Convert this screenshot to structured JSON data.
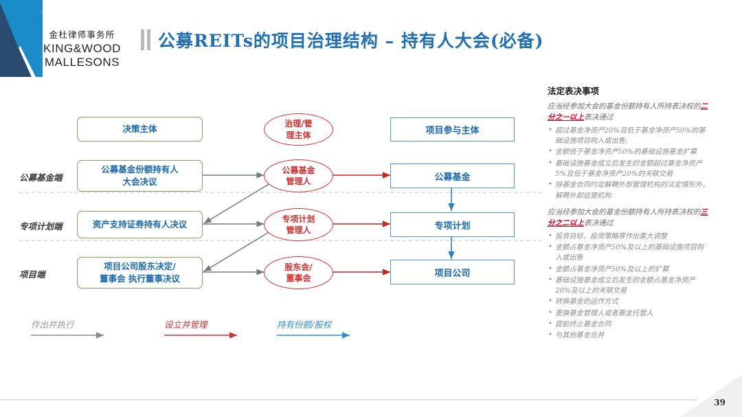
{
  "brand": {
    "cn": "金杜律师事务所",
    "en_line1": "KING&WOOD",
    "en_line2": "MALLESONS",
    "mark_navy": "#2b4a6f",
    "mark_blue": "#1a8cc8"
  },
  "header": {
    "title": "公募REITs的项目治理结构 – 持有人大会(必备)",
    "title_color": "#1f6fb2",
    "tick_color": "#b9b9b9"
  },
  "diagram": {
    "column_headers": {
      "decision": "决策主体",
      "governance": "治理/管\n理主体",
      "governance_line1": "治理/管",
      "governance_line2": "理主体",
      "participants": "项目参与主体"
    },
    "row_labels": [
      "公募基金端",
      "专项计划端",
      "项目端"
    ],
    "green_boxes": [
      {
        "line1": "公募基金份额持有人",
        "line2": "大会决议"
      },
      {
        "line1": "资产支持证券持有人决议",
        "line2": ""
      },
      {
        "line1": "项目公司股东决定/",
        "line2": "董事会 执行董事决议"
      }
    ],
    "ellipses": [
      {
        "line1": "公募基金",
        "line2": "管理人"
      },
      {
        "line1": "专项计划",
        "line2": "管理人"
      },
      {
        "line1": "股东会/",
        "line2": "董事会"
      }
    ],
    "blue_boxes": [
      "公募基金",
      "专项计划",
      "项目公司"
    ],
    "colors": {
      "green_border": "#7f9e62",
      "blue_border": "#4f93cf",
      "red": "#d32f2f",
      "box_text": "#1a68b0",
      "gray_arrow": "#707b7c",
      "divider": "#b9c6cf"
    }
  },
  "legend": [
    {
      "label": "作出并执行",
      "color": "#8a8a8a"
    },
    {
      "label": "设立并管理",
      "color": "#cc3333"
    },
    {
      "label": "持有份额/股权",
      "color": "#2f8fd4"
    }
  ],
  "panel": {
    "heading": "法定表决事项",
    "section1": {
      "lead_before": "应当经参加大会的基金份额持有人所持表决权的",
      "lead_highlight": "二分之一以上",
      "lead_after": "表决通过",
      "bullets": [
        "超过基金净资产20%且低于基金净资产50%的基础设施项目购入或出售;",
        "金额低于基金净资产50%的基础设施基金扩募",
        "基础设施基金成立后发生的金额超过基金净资产5%且低于基金净资产20%的关联交易",
        "除基金合同约定解聘外部管理机构的法定情形外，解聘外部运营机构"
      ]
    },
    "section2": {
      "lead_before": "应当经参加大会的基金份额持有人所持表决权的",
      "lead_highlight": "三分之二以上",
      "lead_after": "表决通过",
      "bullets": [
        "投资目标、投资策略等作出重大调整",
        "金额占基金净资产50%及以上的基础设施项目购入或出售",
        "金额占基金净资产50%及以上的扩募",
        "基础设施基金成立后发生的金额占基金净资产20%及以上的关联交易",
        "转换基金的运作方式",
        "更换基金管理人或者基金托管人",
        "提前终止基金合同",
        "与其他基金合并"
      ]
    },
    "highlight_color": "#d0021b"
  },
  "footer": {
    "page_number": "39",
    "line_color": "#d9e6f2"
  }
}
